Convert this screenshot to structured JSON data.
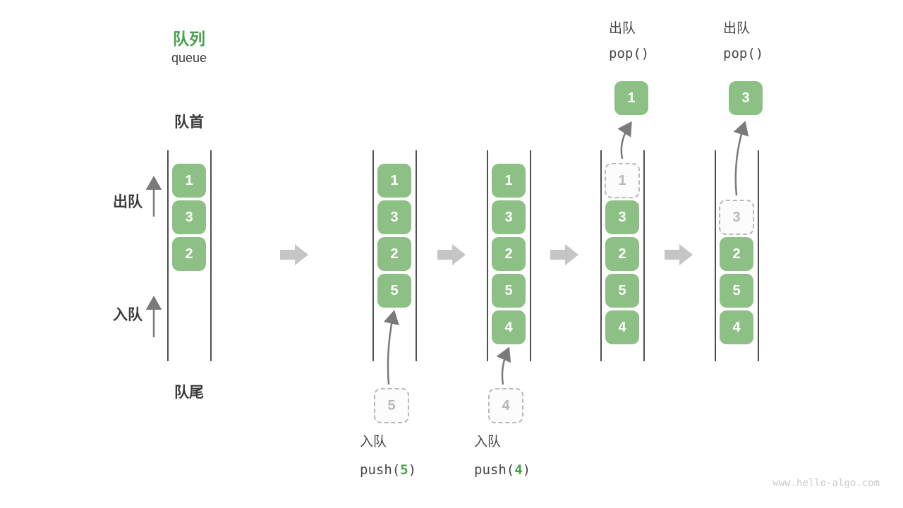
{
  "title": {
    "zh": "队列",
    "en": "queue"
  },
  "side_labels": {
    "front": "队首",
    "rear": "队尾",
    "dequeue": "出队",
    "enqueue": "入队"
  },
  "watermark": "www.hello-algo.com",
  "colors": {
    "box_green": "#8dc085",
    "accent_green": "#47a14e",
    "text_dark": "#3c3c3c",
    "block_arrow": "#c5c5c5",
    "thin_arrow": "#7a7a7a",
    "dashed_gray": "#b9b9b9",
    "wall": "#4f4f4f",
    "watermark": "#cbcbcb"
  },
  "states": [
    {
      "boxes": [
        {
          "slot": 1,
          "value": "1",
          "type": "solid"
        },
        {
          "slot": 2,
          "value": "3",
          "type": "solid"
        },
        {
          "slot": 3,
          "value": "2",
          "type": "solid"
        }
      ]
    },
    {
      "boxes": [
        {
          "slot": 1,
          "value": "1",
          "type": "solid"
        },
        {
          "slot": 2,
          "value": "3",
          "type": "solid"
        },
        {
          "slot": 3,
          "value": "2",
          "type": "solid"
        },
        {
          "slot": 4,
          "value": "5",
          "type": "solid"
        }
      ],
      "incoming": {
        "value": "5",
        "label": "入队",
        "code_prefix": "push(",
        "code_arg": "5",
        "code_suffix": ")"
      }
    },
    {
      "boxes": [
        {
          "slot": 1,
          "value": "1",
          "type": "solid"
        },
        {
          "slot": 2,
          "value": "3",
          "type": "solid"
        },
        {
          "slot": 3,
          "value": "2",
          "type": "solid"
        },
        {
          "slot": 4,
          "value": "5",
          "type": "solid"
        },
        {
          "slot": 5,
          "value": "4",
          "type": "solid"
        }
      ],
      "incoming": {
        "value": "4",
        "label": "入队",
        "code_prefix": "push(",
        "code_arg": "4",
        "code_suffix": ")"
      }
    },
    {
      "boxes": [
        {
          "slot": 1,
          "value": "1",
          "type": "dashed"
        },
        {
          "slot": 2,
          "value": "3",
          "type": "solid"
        },
        {
          "slot": 3,
          "value": "2",
          "type": "solid"
        },
        {
          "slot": 4,
          "value": "5",
          "type": "solid"
        },
        {
          "slot": 5,
          "value": "4",
          "type": "solid"
        }
      ],
      "outgoing": {
        "value": "1",
        "label": "出队",
        "code": "pop()",
        "from_slot": 1
      }
    },
    {
      "boxes": [
        {
          "slot": 2,
          "value": "3",
          "type": "dashed"
        },
        {
          "slot": 3,
          "value": "2",
          "type": "solid"
        },
        {
          "slot": 4,
          "value": "5",
          "type": "solid"
        },
        {
          "slot": 5,
          "value": "4",
          "type": "solid"
        }
      ],
      "outgoing": {
        "value": "3",
        "label": "出队",
        "code": "pop()",
        "from_slot": 2
      }
    }
  ]
}
